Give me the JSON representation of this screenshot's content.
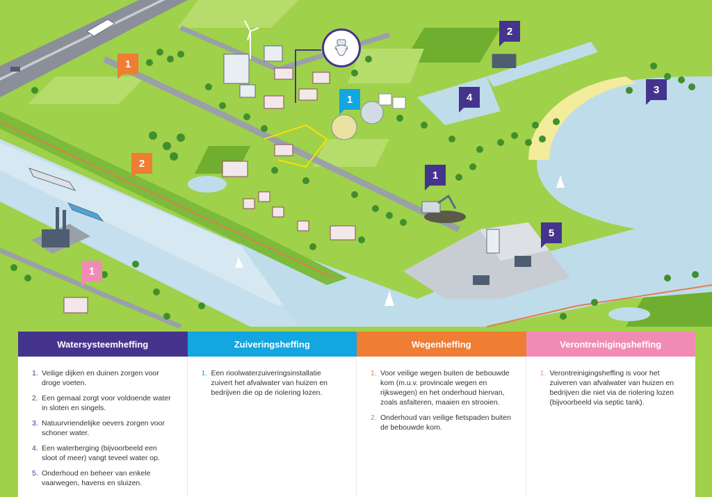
{
  "markers": {
    "wegen_1_top": "1",
    "wegen_2": "2",
    "ws_2": "2",
    "ws_4": "4",
    "ws_3": "3",
    "zuivering_1": "1",
    "ws_1": "1",
    "ws_5": "5",
    "verontreiniging_1": "1"
  },
  "colors": {
    "watersysteem": "#45348e",
    "zuivering": "#13a6e0",
    "wegen": "#ef7d34",
    "verontreiniging": "#f08cb4",
    "grass": "#9fd14a",
    "water": "#bfdcea"
  },
  "icons": [
    "toilet-icon",
    "windmill-icon",
    "bus-icon",
    "ship-icon",
    "factory-icon",
    "sailboat-icon",
    "lock-icon",
    "excavator-icon",
    "pumping-station-icon"
  ],
  "legend": {
    "watersysteem": {
      "title": "Watersysteemheffing",
      "items": [
        {
          "num": "1.",
          "text": "Veilige dijken en duinen zorgen voor droge voeten."
        },
        {
          "num": "2.",
          "text": "Een gemaal zorgt voor voldoende water in sloten en singels."
        },
        {
          "num": "3.",
          "text": "Natuurvriendelijke oevers zorgen voor schoner water."
        },
        {
          "num": "4.",
          "text": "Een waterberging (bijvoorbeeld een sloot of meer) vangt teveel water op."
        },
        {
          "num": "5.",
          "text": "Onderhoud en beheer van enkele vaarwegen, havens en sluizen."
        }
      ]
    },
    "zuivering": {
      "title": "Zuiveringsheffing",
      "items": [
        {
          "num": "1.",
          "text": "Een rioolwaterzuiveringsinstallatie zuivert het afvalwater van huizen en bedrijven die op de riolering lozen."
        }
      ]
    },
    "wegen": {
      "title": "Wegenheffing",
      "items": [
        {
          "num": "1.",
          "text": "Voor veilige wegen buiten de bebouwde kom (m.u.v. provincale wegen en rijkswegen) en het onderhoud hiervan, zoals asfalteren, maaien en strooien."
        },
        {
          "num": "2.",
          "text": "Onderhoud van veilige fietspaden buiten de bebouwde kom."
        }
      ]
    },
    "verontreiniging": {
      "title": "Verontreinigingsheffing",
      "items": [
        {
          "num": "1.",
          "text": "Verontreinigingsheffing is voor het zuiveren van afvalwater van huizen en bedrijven die niet via de riolering lozen (bijvoorbeeld via septic tank)."
        }
      ]
    }
  }
}
